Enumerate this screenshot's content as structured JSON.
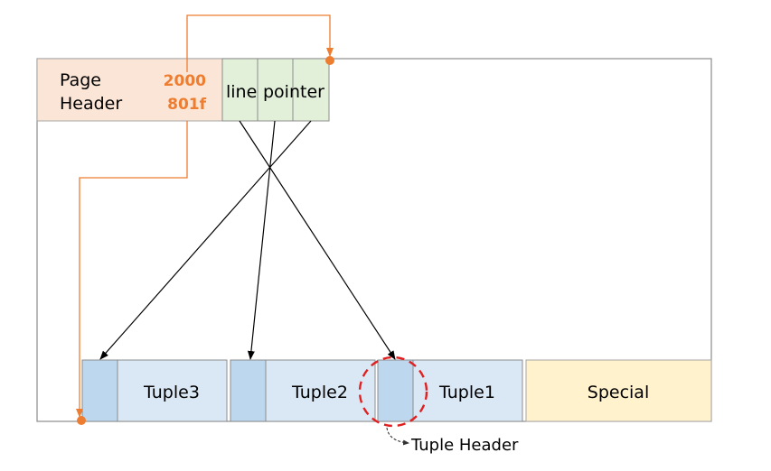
{
  "page_header": {
    "label_line1": "Page",
    "label_line2": "Header",
    "value_upper": "2000",
    "value_lower": "801f"
  },
  "line_pointer": {
    "part1": "line",
    "part2": "pointer"
  },
  "tuples": [
    {
      "label": "Tuple3"
    },
    {
      "label": "Tuple2"
    },
    {
      "label": "Tuple1"
    }
  ],
  "special": {
    "label": "Special"
  },
  "annotation": {
    "label": "Tuple Header"
  },
  "colors": {
    "page_header_fill": "#fbe5d6",
    "line_pointer_fill": "#e2f0d9",
    "tuple_fill": "#dae8f5",
    "tuple_header_fill": "#bdd7ee",
    "special_fill": "#fff2cc",
    "accent_orange": "#ed7d31",
    "highlight_red": "#e02020"
  }
}
